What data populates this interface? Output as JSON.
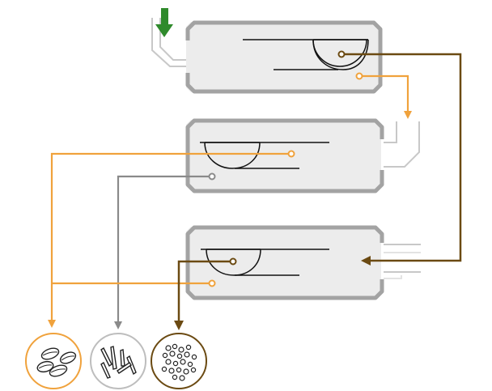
{
  "colors": {
    "background": "#ffffff",
    "tank_fill": "#ececec",
    "tank_wall": "#a3a3a3",
    "pipe_gray": "#c8c8c8",
    "inlet_arrow": "#2f8a2c",
    "orange": "#f0a23c",
    "dark_brown": "#6b4a12",
    "gray_flow": "#8a8a8a",
    "line": "#111111"
  },
  "separators": [
    {
      "name": "top-separator",
      "has_scoop": true
    },
    {
      "name": "middle-separator",
      "has_scoop": true
    },
    {
      "name": "bottom-separator",
      "has_scoop": true
    }
  ],
  "flows": [
    {
      "name": "inlet-flow",
      "color": "inlet_arrow"
    },
    {
      "name": "top-to-middle-flow",
      "color": "orange"
    },
    {
      "name": "top-to-bottom-flow",
      "color": "dark_brown"
    },
    {
      "name": "middle-orange-output",
      "color": "orange"
    },
    {
      "name": "middle-gray-output",
      "color": "gray_flow"
    },
    {
      "name": "bottom-orange-output",
      "color": "orange"
    },
    {
      "name": "bottom-brown-output",
      "color": "dark_brown"
    }
  ],
  "outputs": [
    {
      "name": "oval-grains-output",
      "icon": "oval-grains-icon",
      "color": "orange"
    },
    {
      "name": "elongated-grains-output",
      "icon": "elongated-grains-icon",
      "color": "gray_flow"
    },
    {
      "name": "fine-particles-output",
      "icon": "fine-particles-icon",
      "color": "dark_brown"
    }
  ]
}
